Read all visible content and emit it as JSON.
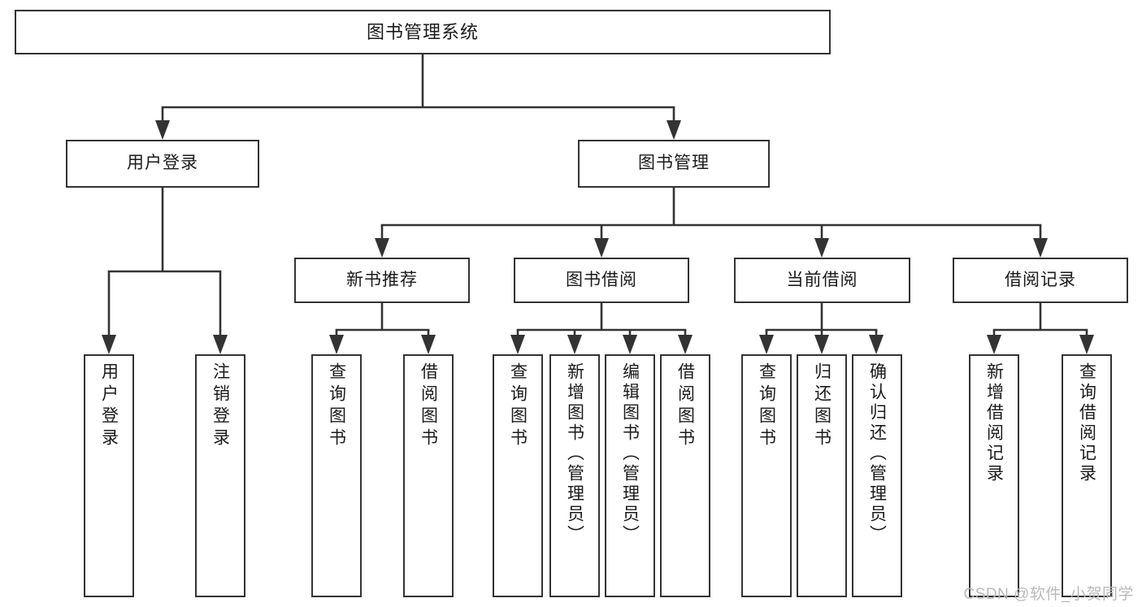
{
  "diagram": {
    "title": "图书管理系统",
    "type": "tree",
    "orientation": "top-down",
    "colors": {
      "box_border": "#333333",
      "box_fill": "#ffffff",
      "connector": "#333333",
      "text": "#1a1a1a",
      "watermark": "#b9b9b9",
      "background": "#ffffff"
    }
  },
  "nodes": {
    "root": {
      "label": "图书管理系统",
      "level": 1
    },
    "level2": [
      {
        "id": "user-login",
        "label": "用户登录",
        "level": 2
      },
      {
        "id": "book-manage",
        "label": "图书管理",
        "level": 2
      }
    ],
    "level3": [
      {
        "id": "new-book-recommend",
        "label": "新书推荐",
        "level": 3
      },
      {
        "id": "book-borrow",
        "label": "图书借阅",
        "level": 3
      },
      {
        "id": "current-borrow",
        "label": "当前借阅",
        "level": 3
      },
      {
        "id": "borrow-record",
        "label": "借阅记录",
        "level": 3
      }
    ],
    "leaves": [
      {
        "id": "leaf-user-login",
        "label": "用户登录",
        "parent": "user-login"
      },
      {
        "id": "leaf-user-logout",
        "label": "注销登录",
        "parent": "user-login"
      },
      {
        "id": "leaf-query-book-1",
        "label": "查询图书",
        "parent": "new-book-recommend"
      },
      {
        "id": "leaf-borrow-book-1",
        "label": "借阅图书",
        "parent": "new-book-recommend"
      },
      {
        "id": "leaf-query-book-2",
        "label": "查询图书",
        "parent": "book-borrow"
      },
      {
        "id": "leaf-add-book",
        "label": "新增图书（管理员）",
        "parent": "book-borrow"
      },
      {
        "id": "leaf-edit-book",
        "label": "编辑图书（管理员）",
        "parent": "book-borrow"
      },
      {
        "id": "leaf-borrow-book-2",
        "label": "借阅图书",
        "parent": "book-borrow"
      },
      {
        "id": "leaf-query-book-3",
        "label": "查询图书",
        "parent": "current-borrow"
      },
      {
        "id": "leaf-return-book",
        "label": "归还图书",
        "parent": "current-borrow"
      },
      {
        "id": "leaf-confirm-return",
        "label": "确认归还（管理员）",
        "parent": "current-borrow"
      },
      {
        "id": "leaf-add-record",
        "label": "新增借阅记录",
        "parent": "borrow-record"
      },
      {
        "id": "leaf-query-record",
        "label": "查询借阅记录",
        "parent": "borrow-record"
      }
    ]
  },
  "watermark": {
    "text": "CSDN @软件_小贺同学"
  }
}
